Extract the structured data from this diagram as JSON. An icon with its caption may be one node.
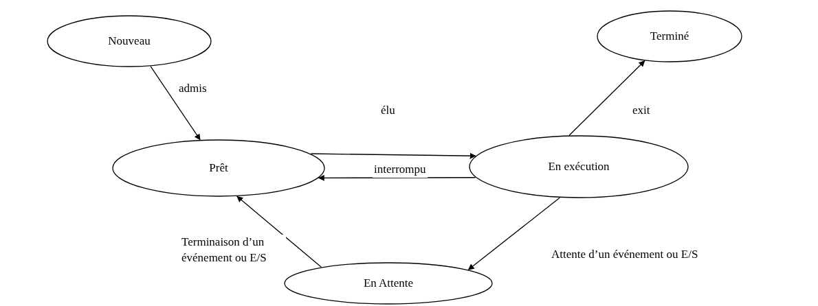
{
  "diagram": {
    "nodes": [
      {
        "text": [
          "Nouveau"
        ]
      },
      {
        "text": [
          "Terminé"
        ]
      },
      {
        "text": [
          "Prêt"
        ]
      },
      {
        "text": [
          "En exécution"
        ]
      },
      {
        "text": [
          "En Attente"
        ]
      }
    ],
    "edges": [
      {
        "from": 0,
        "to": 2,
        "arrow": "to",
        "label": "admis"
      },
      {
        "from": 2,
        "to": 3,
        "arrow": "to",
        "label": "élu"
      },
      {
        "from": 3,
        "to": 2,
        "arrow": "to",
        "label": "interrompu"
      },
      {
        "from": 3,
        "to": 1,
        "arrow": "to",
        "label": "exit"
      },
      {
        "from": 3,
        "to": 4,
        "arrow": "to",
        "label": "Attente d’un événement ou E/S"
      },
      {
        "from": 4,
        "to": 2,
        "arrow": "to",
        "label": "Terminaison d’un événement ou E/S"
      }
    ]
  }
}
